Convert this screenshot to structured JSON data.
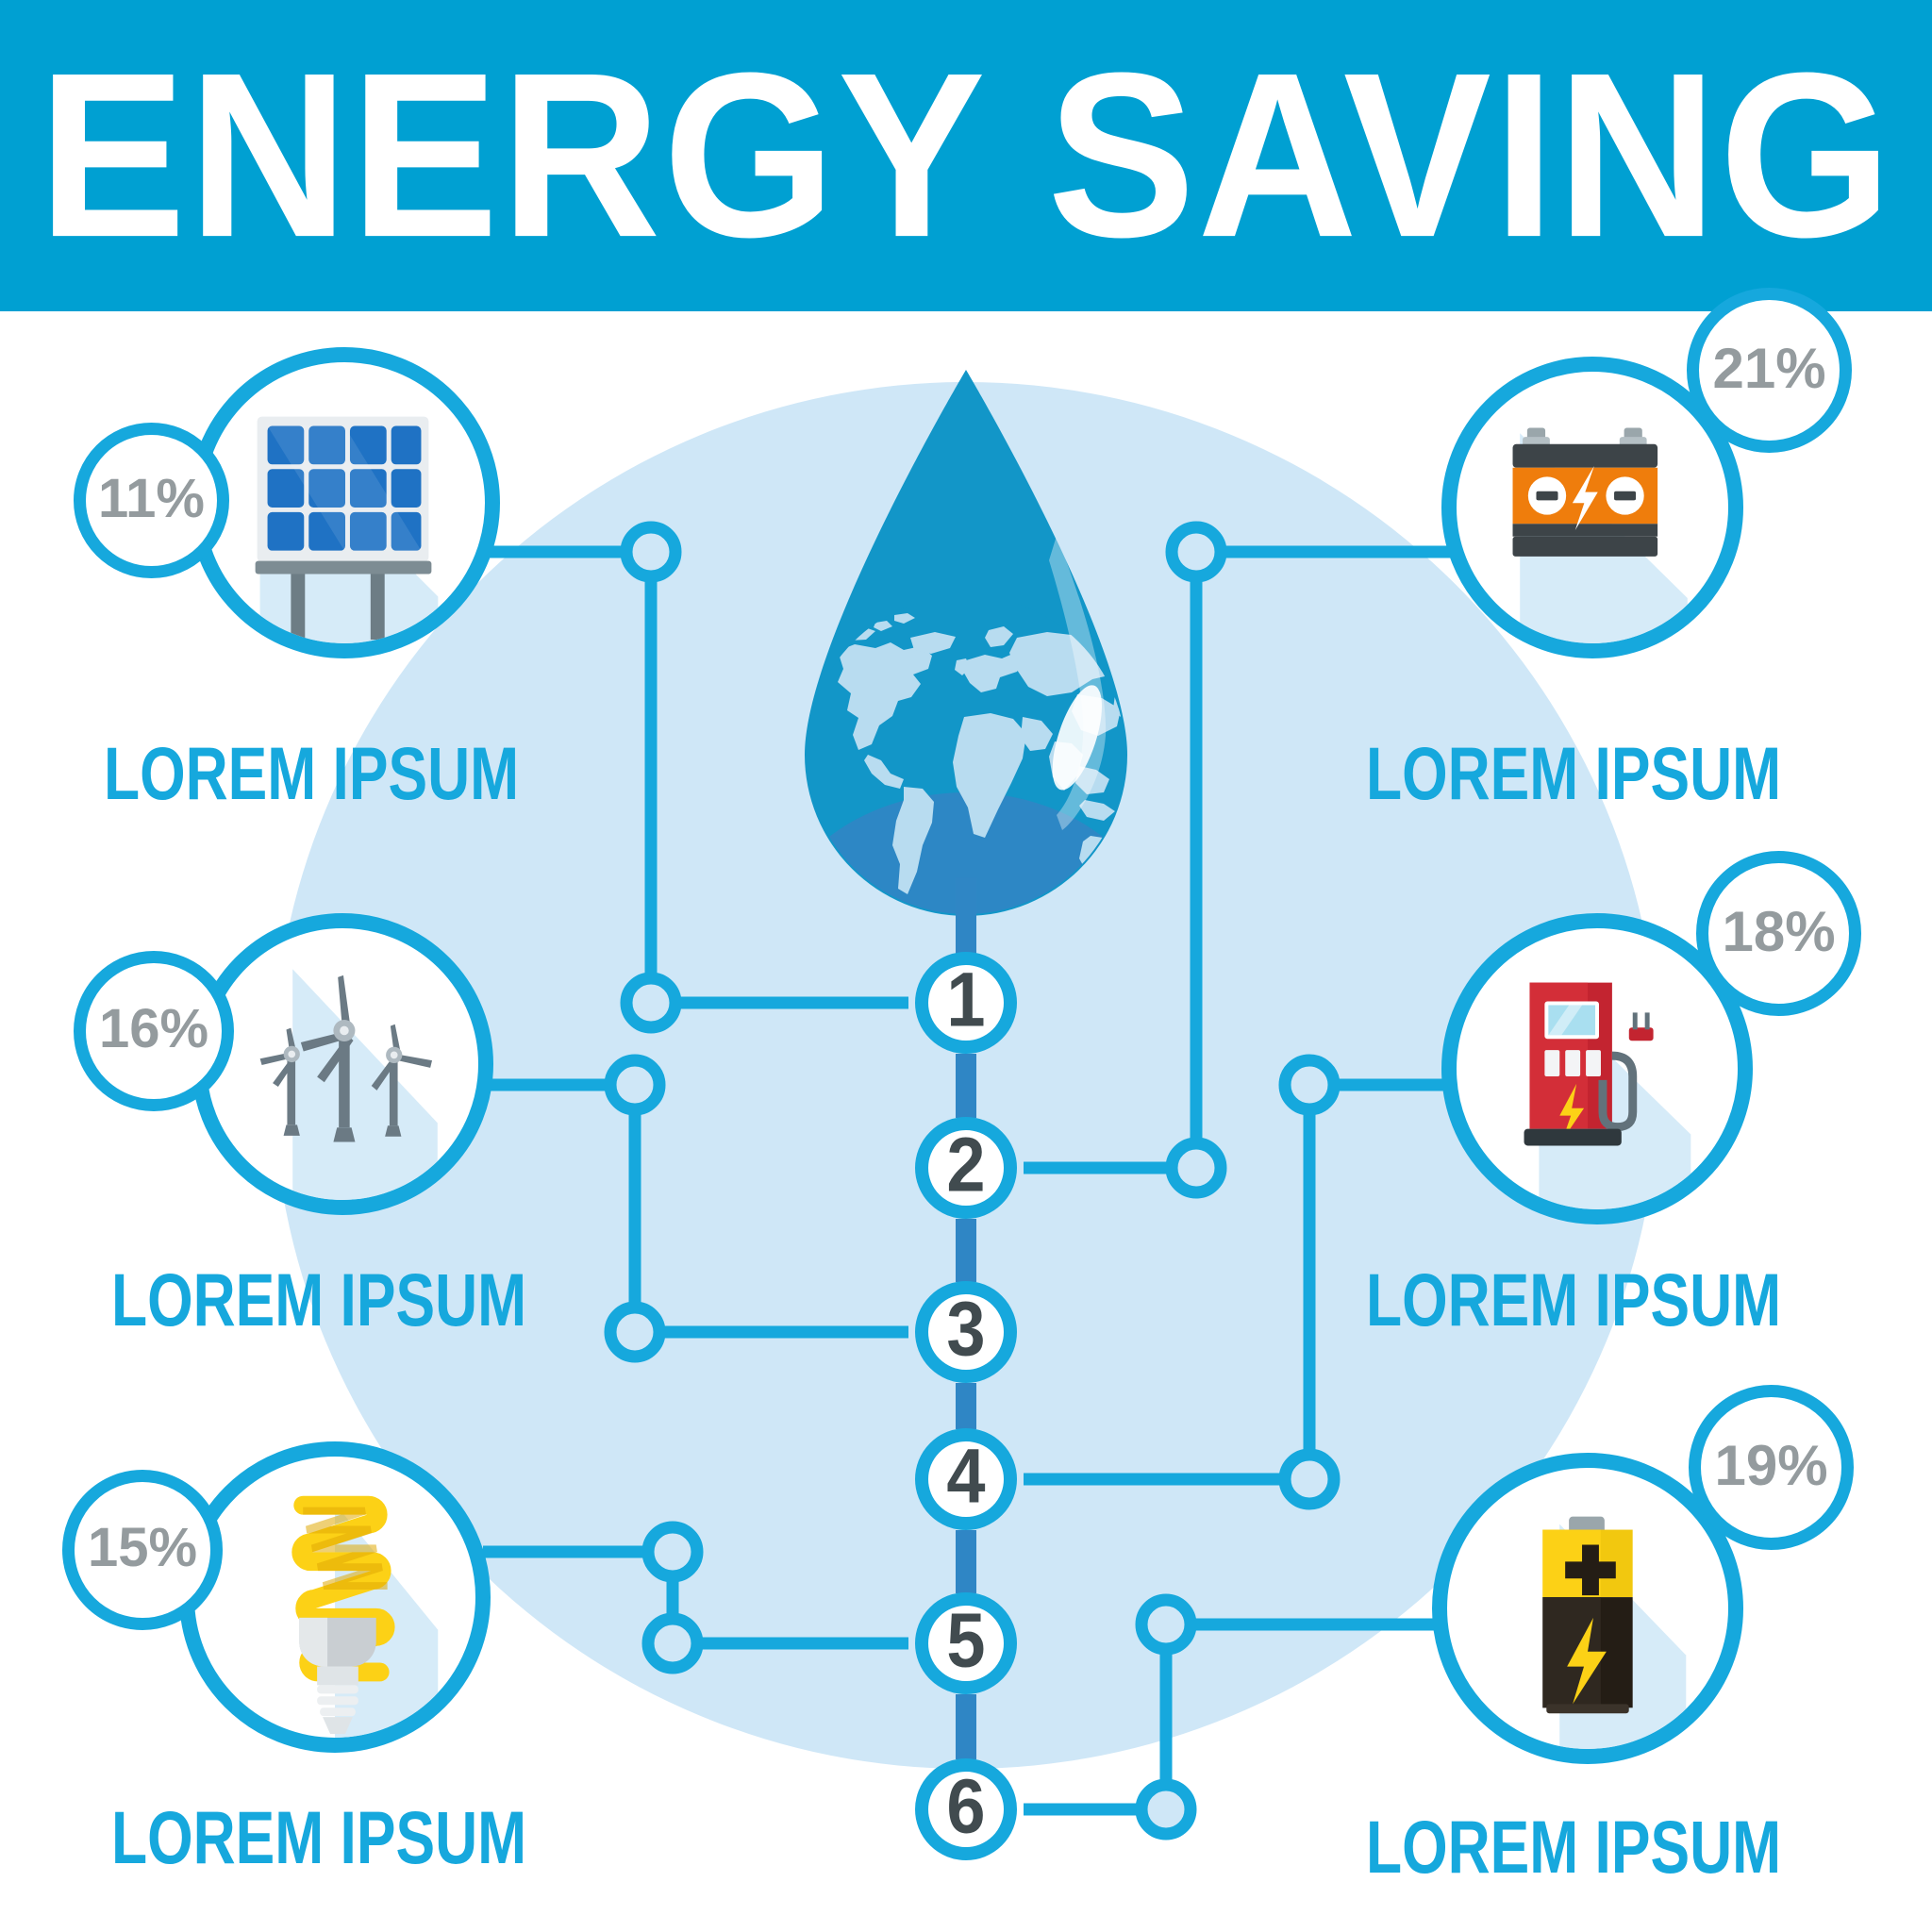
{
  "header": {
    "title": "ENERGY SAVING",
    "bar_color": "#00a0d2",
    "title_color": "#ffffff"
  },
  "theme": {
    "accent": "#16a8dd",
    "backdrop_circle": "#cfe7f7",
    "percent_text": "#949b9e",
    "marker_number": "#414b4f",
    "label_color": "#16a8dd",
    "page_background": "#ffffff"
  },
  "center": {
    "name": "water-drop-globe",
    "drop_color": "#1296c8",
    "globe_land": "#b8dcf0",
    "stem_color": "#2f86c5"
  },
  "timeline": {
    "markers": [
      {
        "number": "1"
      },
      {
        "number": "2"
      },
      {
        "number": "3"
      },
      {
        "number": "4"
      },
      {
        "number": "5"
      },
      {
        "number": "6"
      }
    ]
  },
  "items": [
    {
      "id": "solar-panel",
      "icon": "solar-panel-icon",
      "percent": "11%",
      "label": "LOREM IPSUM",
      "side": "left",
      "connects_to_marker": "1"
    },
    {
      "id": "car-battery",
      "icon": "car-battery-icon",
      "percent": "21%",
      "label": "LOREM IPSUM",
      "side": "right",
      "connects_to_marker": "2"
    },
    {
      "id": "wind-turbine",
      "icon": "wind-turbine-icon",
      "percent": "16%",
      "label": "LOREM IPSUM",
      "side": "left",
      "connects_to_marker": "3"
    },
    {
      "id": "charging-station",
      "icon": "charging-station-icon",
      "percent": "18%",
      "label": "LOREM IPSUM",
      "side": "right",
      "connects_to_marker": "4"
    },
    {
      "id": "cfl-bulb",
      "icon": "cfl-bulb-icon",
      "percent": "15%",
      "label": "LOREM IPSUM",
      "side": "left",
      "connects_to_marker": "5"
    },
    {
      "id": "aa-battery",
      "icon": "aa-battery-icon",
      "percent": "19%",
      "label": "LOREM IPSUM",
      "side": "right",
      "connects_to_marker": "6"
    }
  ],
  "chart_data": {
    "type": "pie",
    "title": "ENERGY SAVING",
    "categories": [
      "LOREM IPSUM",
      "LOREM IPSUM",
      "LOREM IPSUM",
      "LOREM IPSUM",
      "LOREM IPSUM",
      "LOREM IPSUM"
    ],
    "series_names": [
      "solar-panel",
      "car-battery",
      "wind-turbine",
      "charging-station",
      "cfl-bulb",
      "aa-battery"
    ],
    "values": [
      11,
      21,
      16,
      18,
      15,
      19
    ],
    "value_labels": [
      "11%",
      "21%",
      "16%",
      "18%",
      "15%",
      "19%"
    ],
    "unit": "%",
    "ylabel": "",
    "xlabel": "",
    "legend": "inline-badges",
    "grid": false
  }
}
